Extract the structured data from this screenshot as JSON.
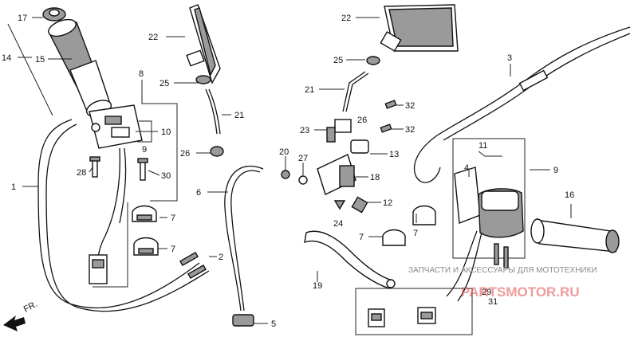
{
  "diagram": {
    "part_labels": [
      {
        "id": "p17",
        "text": "17"
      },
      {
        "id": "p14",
        "text": "14"
      },
      {
        "id": "p15",
        "text": "15"
      },
      {
        "id": "p8",
        "text": "8"
      },
      {
        "id": "p10",
        "text": "10"
      },
      {
        "id": "p9a",
        "text": "9"
      },
      {
        "id": "p28",
        "text": "28"
      },
      {
        "id": "p30",
        "text": "30"
      },
      {
        "id": "p1",
        "text": "1"
      },
      {
        "id": "p7a",
        "text": "7"
      },
      {
        "id": "p7b",
        "text": "7"
      },
      {
        "id": "p2",
        "text": "2"
      },
      {
        "id": "p22a",
        "text": "22"
      },
      {
        "id": "p25a",
        "text": "25"
      },
      {
        "id": "p21a",
        "text": "21"
      },
      {
        "id": "p26a",
        "text": "26"
      },
      {
        "id": "p6",
        "text": "6"
      },
      {
        "id": "p5",
        "text": "5"
      },
      {
        "id": "p22b",
        "text": "22"
      },
      {
        "id": "p25b",
        "text": "25"
      },
      {
        "id": "p21b",
        "text": "21"
      },
      {
        "id": "p26b",
        "text": "26"
      },
      {
        "id": "p23",
        "text": "23"
      },
      {
        "id": "p32a",
        "text": "32"
      },
      {
        "id": "p32b",
        "text": "32"
      },
      {
        "id": "p13",
        "text": "13"
      },
      {
        "id": "p20",
        "text": "20"
      },
      {
        "id": "p27",
        "text": "27"
      },
      {
        "id": "p18",
        "text": "18"
      },
      {
        "id": "p12",
        "text": "12"
      },
      {
        "id": "p24",
        "text": "24"
      },
      {
        "id": "p7c",
        "text": "7"
      },
      {
        "id": "p7d",
        "text": "7"
      },
      {
        "id": "p19",
        "text": "19"
      },
      {
        "id": "p3",
        "text": "3"
      },
      {
        "id": "p11",
        "text": "11"
      },
      {
        "id": "p4",
        "text": "4"
      },
      {
        "id": "p9b",
        "text": "9"
      },
      {
        "id": "p16",
        "text": "16"
      },
      {
        "id": "p29",
        "text": "29"
      },
      {
        "id": "p31",
        "text": "31"
      }
    ],
    "direction_label": "FR.",
    "watermark_text": "ЗАПЧАСТИ И АКСЕССУАРЫ ДЛЯ МОТОТЕХНИКИ",
    "watermark_logo": "PARTSMOTOR.RU"
  }
}
